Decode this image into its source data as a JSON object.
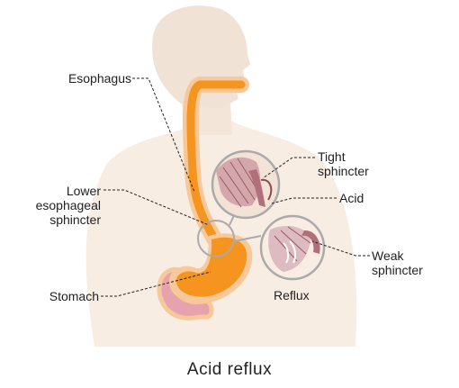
{
  "labels": {
    "esophagus": "Esophagus",
    "tight_sphincter": [
      "Tight",
      "sphincter"
    ],
    "acid": "Acid",
    "lower_esophageal_sphincter": [
      "Lower",
      "esophageal",
      "sphincter"
    ],
    "weak_sphincter": [
      "Weak",
      "sphincter"
    ],
    "stomach": "Stomach",
    "reflux": "Reflux"
  },
  "caption": "Acid reflux",
  "colors": {
    "body": "#f6ebe0",
    "head": "#f0e4d8",
    "esophagus": "#f5941e",
    "stomach_outer": "#f7c99a",
    "intestine": "#e7a3ad",
    "tissue": "#c98b93",
    "leader_line": "#222222"
  }
}
